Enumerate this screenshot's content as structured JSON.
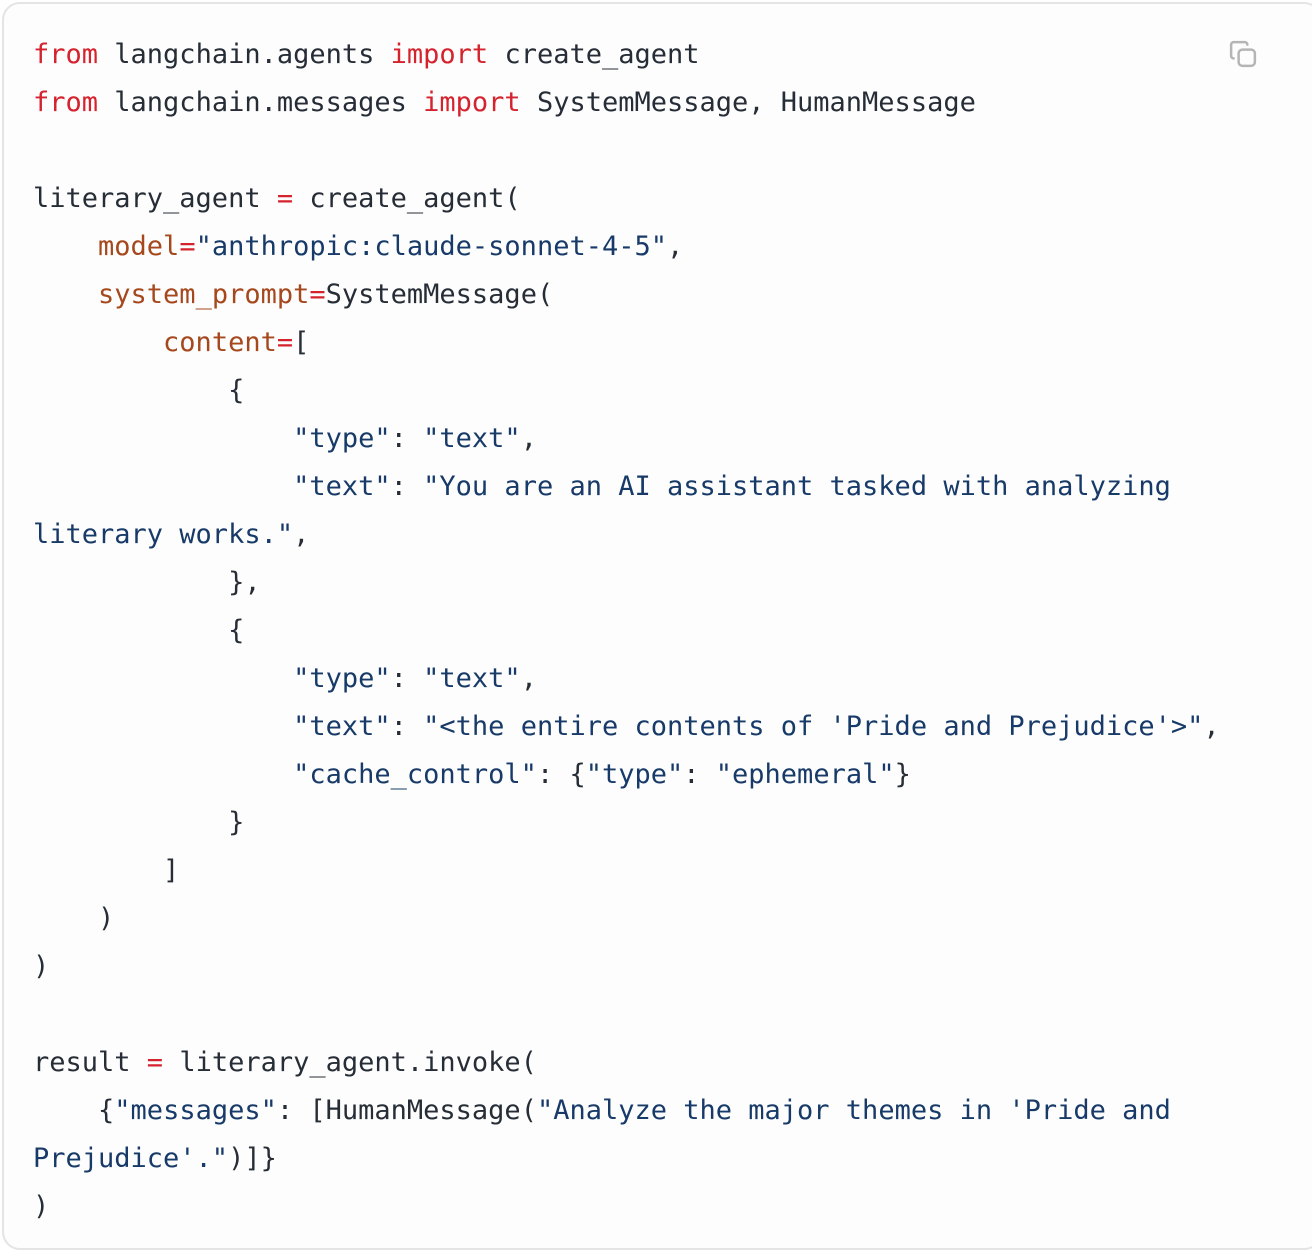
{
  "card": {
    "copy_button_label": "Copy code"
  },
  "colors": {
    "card_background": "#fdfdfd",
    "card_border": "#e4e4e4",
    "text_default": "#262d36",
    "keyword_red": "#d5232e",
    "param_orange": "#a5481d",
    "string_navy": "#173a68",
    "copy_icon_gray": "#b5b5b5"
  },
  "code": {
    "language": "python",
    "lines": [
      [
        [
          "k",
          "from"
        ],
        [
          "d",
          " langchain.agents "
        ],
        [
          "k",
          "import"
        ],
        [
          "d",
          " create_agent"
        ]
      ],
      [
        [
          "k",
          "from"
        ],
        [
          "d",
          " langchain.messages "
        ],
        [
          "k",
          "import"
        ],
        [
          "d",
          " SystemMessage, HumanMessage"
        ]
      ],
      [],
      [
        [
          "d",
          "literary_agent "
        ],
        [
          "k",
          "="
        ],
        [
          "d",
          " create_agent("
        ]
      ],
      [
        [
          "d",
          "    "
        ],
        [
          "p",
          "model"
        ],
        [
          "k",
          "="
        ],
        [
          "s",
          "\"anthropic:claude-sonnet-4-5\""
        ],
        [
          "d",
          ","
        ]
      ],
      [
        [
          "d",
          "    "
        ],
        [
          "p",
          "system_prompt"
        ],
        [
          "k",
          "="
        ],
        [
          "d",
          "SystemMessage("
        ]
      ],
      [
        [
          "d",
          "        "
        ],
        [
          "p",
          "content"
        ],
        [
          "k",
          "="
        ],
        [
          "d",
          "["
        ]
      ],
      [
        [
          "d",
          "            {"
        ]
      ],
      [
        [
          "d",
          "                "
        ],
        [
          "s",
          "\"type\""
        ],
        [
          "d",
          ": "
        ],
        [
          "s",
          "\"text\""
        ],
        [
          "d",
          ","
        ]
      ],
      [
        [
          "d",
          "                "
        ],
        [
          "s",
          "\"text\""
        ],
        [
          "d",
          ": "
        ],
        [
          "s",
          "\"You are an AI assistant tasked with analyzing literary works.\""
        ],
        [
          "d",
          ","
        ]
      ],
      [
        [
          "d",
          "            },"
        ]
      ],
      [
        [
          "d",
          "            {"
        ]
      ],
      [
        [
          "d",
          "                "
        ],
        [
          "s",
          "\"type\""
        ],
        [
          "d",
          ": "
        ],
        [
          "s",
          "\"text\""
        ],
        [
          "d",
          ","
        ]
      ],
      [
        [
          "d",
          "                "
        ],
        [
          "s",
          "\"text\""
        ],
        [
          "d",
          ": "
        ],
        [
          "s",
          "\"<the entire contents of 'Pride and Prejudice'>\""
        ],
        [
          "d",
          ","
        ]
      ],
      [
        [
          "d",
          "                "
        ],
        [
          "s",
          "\"cache_control\""
        ],
        [
          "d",
          ": {"
        ],
        [
          "s",
          "\"type\""
        ],
        [
          "d",
          ": "
        ],
        [
          "s",
          "\"ephemeral\""
        ],
        [
          "d",
          "}"
        ]
      ],
      [
        [
          "d",
          "            }"
        ]
      ],
      [
        [
          "d",
          "        ]"
        ]
      ],
      [
        [
          "d",
          "    )"
        ]
      ],
      [
        [
          "d",
          ")"
        ]
      ],
      [],
      [
        [
          "d",
          "result "
        ],
        [
          "k",
          "="
        ],
        [
          "d",
          " literary_agent.invoke("
        ]
      ],
      [
        [
          "d",
          "    {"
        ],
        [
          "s",
          "\"messages\""
        ],
        [
          "d",
          ": [HumanMessage("
        ],
        [
          "s",
          "\"Analyze the major themes in 'Pride and Prejudice'.\""
        ],
        [
          "d",
          ")]}"
        ]
      ],
      [
        [
          "d",
          ")"
        ]
      ]
    ]
  }
}
